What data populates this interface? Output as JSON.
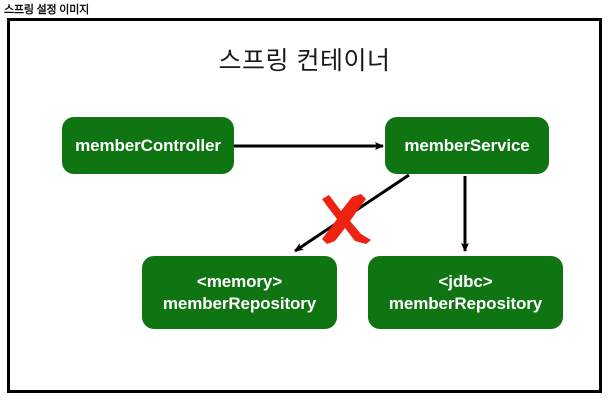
{
  "page": {
    "heading": "스프링 설정 이미지"
  },
  "diagram": {
    "title": "스프링 컨테이너",
    "type": "dependency-diagram",
    "colors": {
      "bean_fill": "#0f7412",
      "bean_text": "#ffffff",
      "frame_border": "#000000",
      "arrow": "#000000",
      "cross_mark": "#ee2211",
      "background": "#ffffff"
    },
    "nodes": [
      {
        "id": "memberController",
        "label": "memberController",
        "lines": [
          "memberController"
        ]
      },
      {
        "id": "memberService",
        "label": "memberService",
        "lines": [
          "memberService"
        ]
      },
      {
        "id": "memoryMemberRepository",
        "label": "<memory> memberRepository",
        "lines": [
          "<memory>",
          "memberRepository"
        ]
      },
      {
        "id": "jdbcMemberRepository",
        "label": "<jdbc> memberRepository",
        "lines": [
          "<jdbc>",
          "memberRepository"
        ]
      }
    ],
    "edges": [
      {
        "from": "memberController",
        "to": "memberService",
        "style": "solid-arrow",
        "crossed_out": false
      },
      {
        "from": "memberService",
        "to": "memoryMemberRepository",
        "style": "solid-arrow",
        "crossed_out": true
      },
      {
        "from": "memberService",
        "to": "jdbcMemberRepository",
        "style": "solid-arrow",
        "crossed_out": false
      }
    ],
    "annotations": [
      {
        "type": "cross-mark",
        "symbol": "X",
        "color": "#ee2211",
        "on_edge": "memberService->memoryMemberRepository"
      }
    ]
  }
}
